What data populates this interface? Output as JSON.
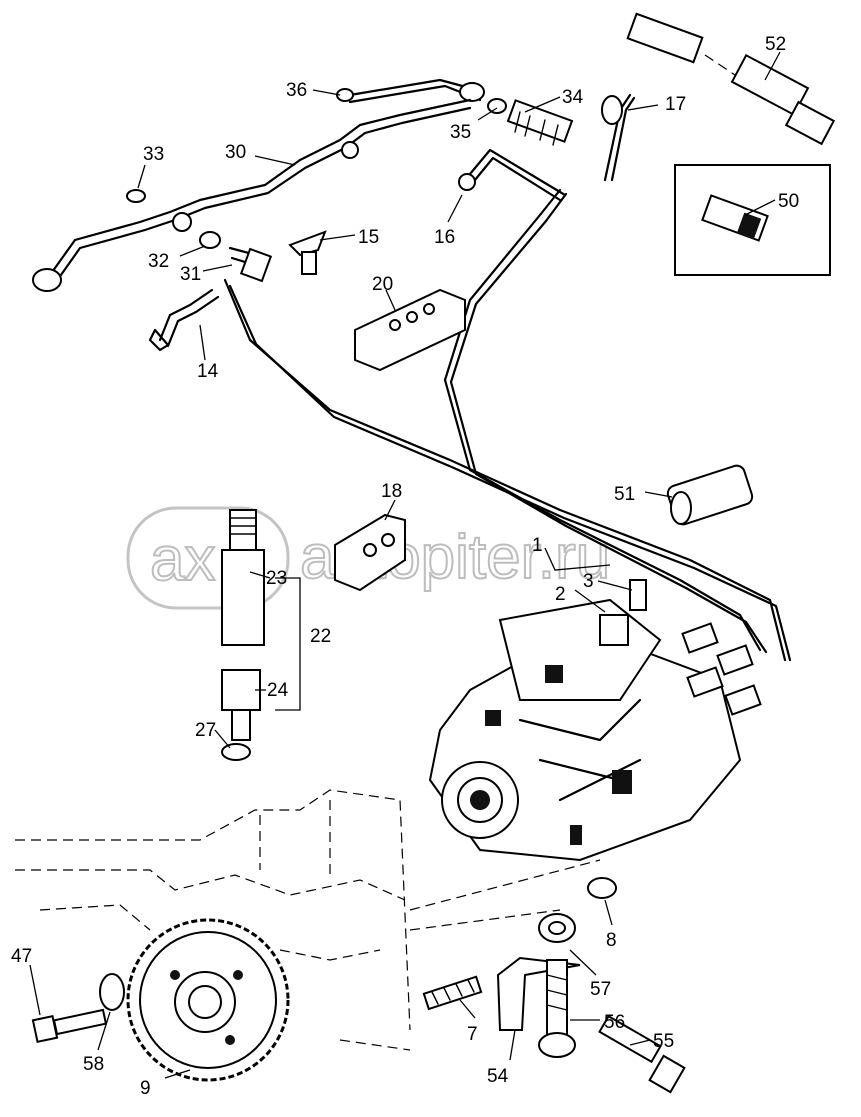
{
  "labels": {
    "p1": "1",
    "p2": "2",
    "p3": "3",
    "p7": "7",
    "p8": "8",
    "p9": "9",
    "p14": "14",
    "p15": "15",
    "p16": "16",
    "p17": "17",
    "p18": "18",
    "p20": "20",
    "p22": "22",
    "p23": "23",
    "p24": "24",
    "p27": "27",
    "p30": "30",
    "p31": "31",
    "p32": "32",
    "p33": "33",
    "p34": "34",
    "p35": "35",
    "p36": "36",
    "p47": "47",
    "p50": "50",
    "p51": "51",
    "p52": "52",
    "p54": "54",
    "p55": "55",
    "p56": "56",
    "p57": "57",
    "p58": "58"
  },
  "watermark": {
    "logo_text": "ax",
    "site_text": "autopiter.ru",
    "color": "#bdbdbd"
  }
}
